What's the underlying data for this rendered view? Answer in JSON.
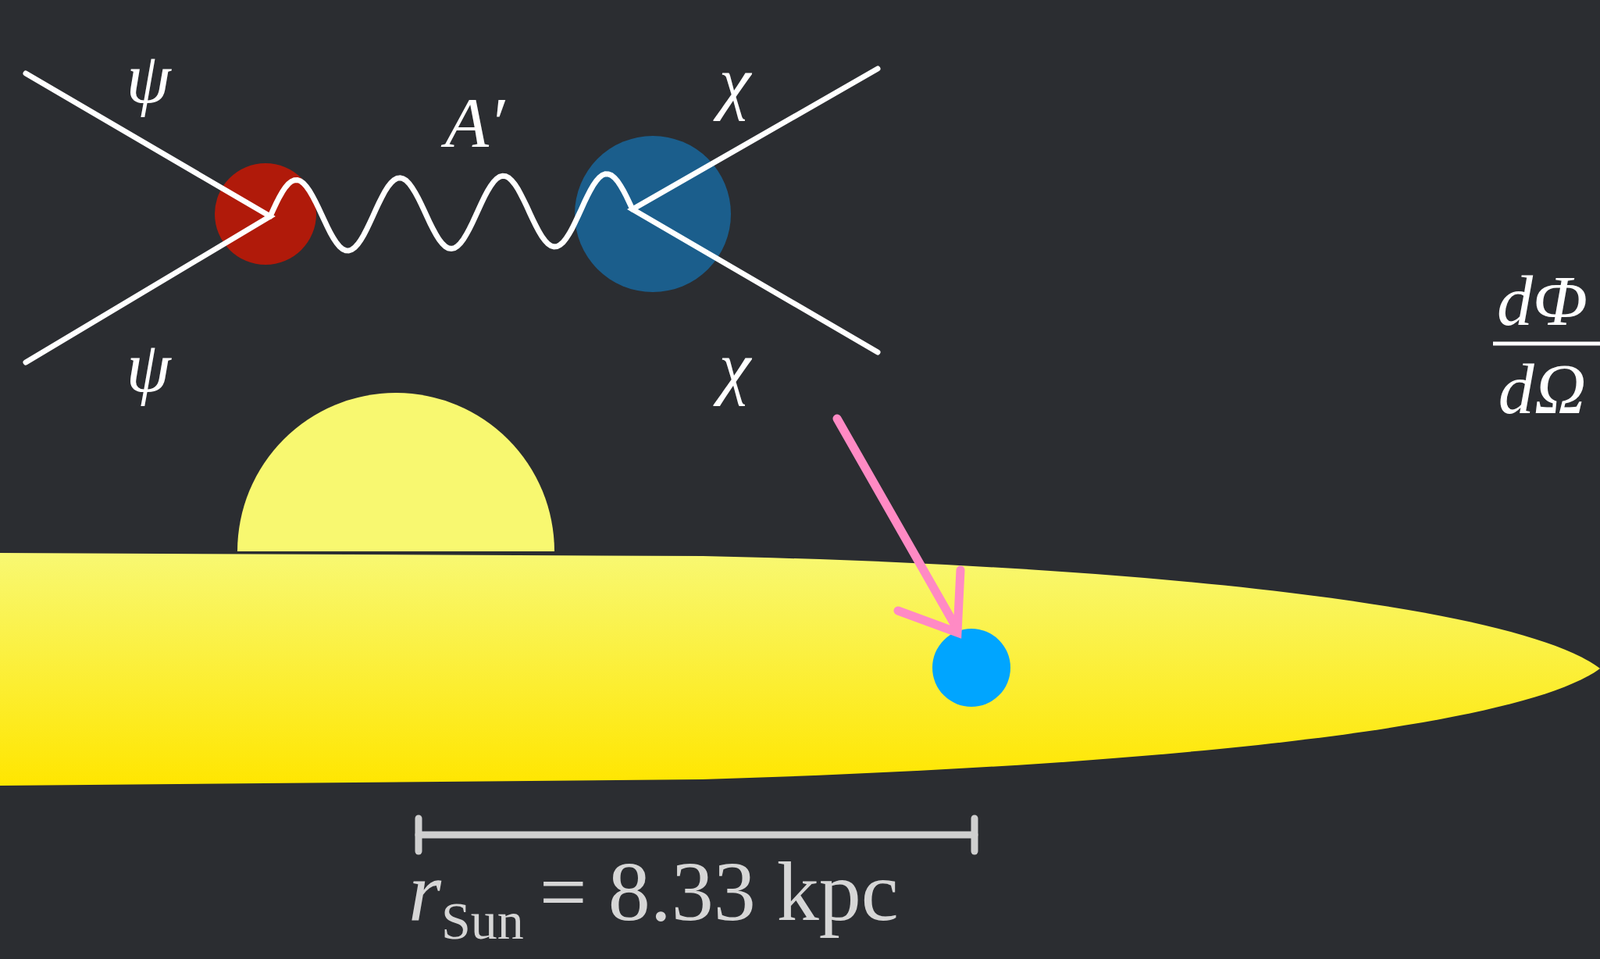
{
  "diagram": {
    "labels": [
      "ψ",
      "A′",
      "χ",
      "ψ",
      "χ",
      "r",
      "Sun",
      "= 8.33 kpc",
      "dΦ",
      "dΩ"
    ]
  }
}
